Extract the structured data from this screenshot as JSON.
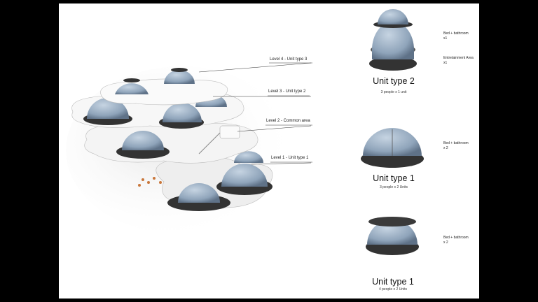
{
  "levels": [
    {
      "label": "Level 4 - Unit type 3"
    },
    {
      "label": "Level 3 - Unit type 2"
    },
    {
      "label": "Level 2 - Common area"
    },
    {
      "label": "Level 1 - Unit type 1"
    }
  ],
  "units": [
    {
      "title": "Unit type 2",
      "subtitle": "3 people x 1 unit",
      "notes": [
        {
          "line1": "Bed + bathroom",
          "line2": "x1"
        },
        {
          "line1": "Entretainment Area",
          "line2": "x1"
        }
      ]
    },
    {
      "title": "Unit type 1",
      "subtitle": "3 people x 2 Units",
      "notes": [
        {
          "line1": "Bed + bathroom",
          "line2": "x 2"
        }
      ]
    },
    {
      "title": "Unit type 1",
      "subtitle": "4 people x 2 Units",
      "notes": [
        {
          "line1": "Bed + bathroom",
          "line2": "x 2"
        }
      ]
    }
  ],
  "colors": {
    "dome": "#9fb3c8",
    "dome_dark": "#6e8299",
    "slab": "#f2f2f2",
    "base": "#3a3a3a",
    "frame": "#000000"
  }
}
